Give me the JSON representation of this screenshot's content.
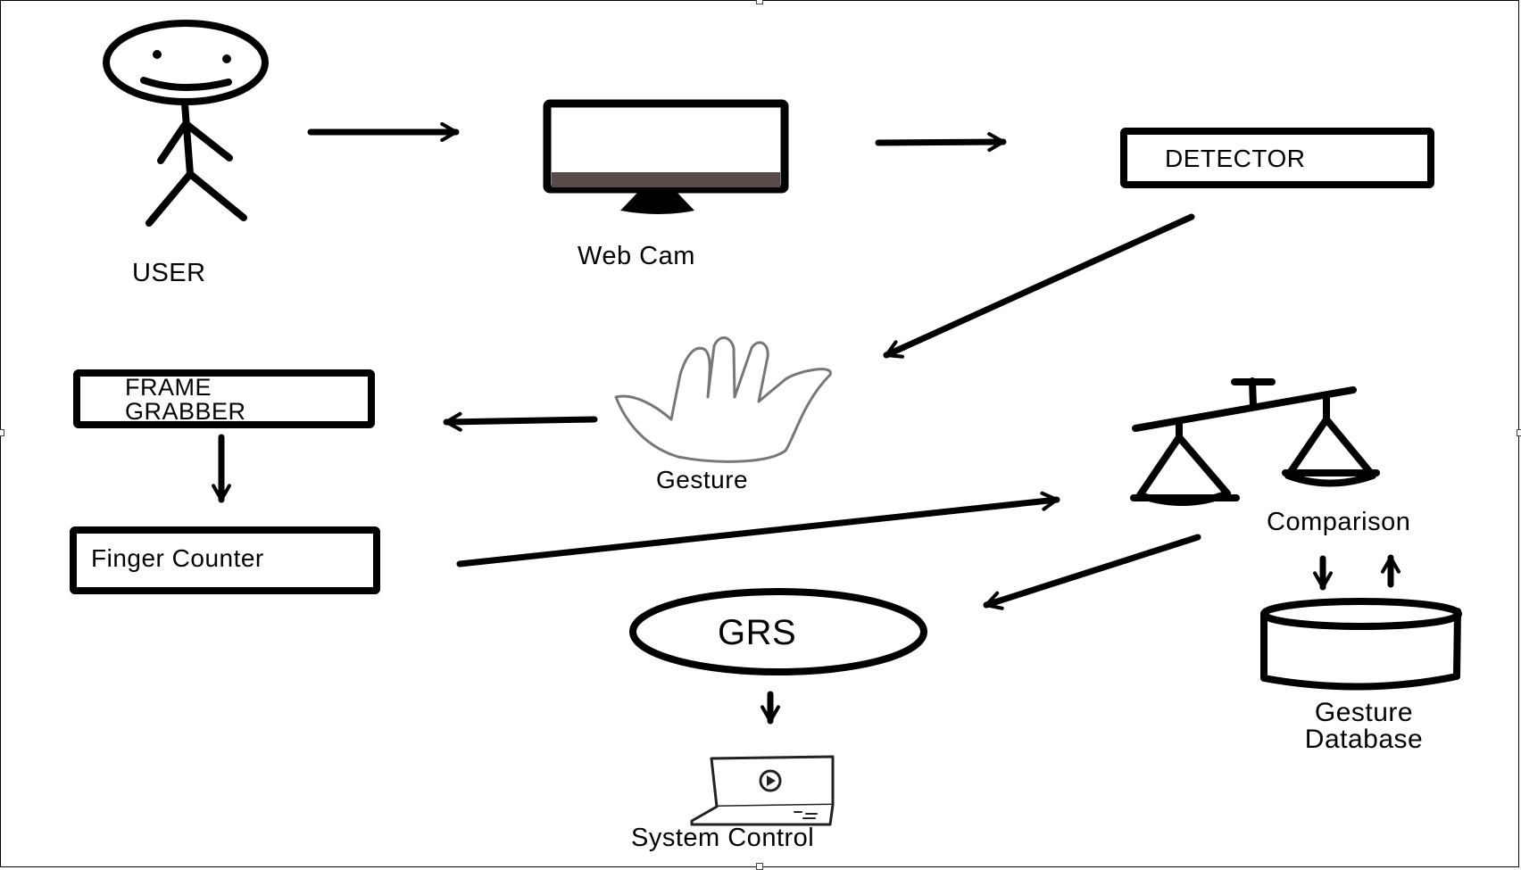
{
  "nodes": {
    "user": {
      "label": "USER"
    },
    "webcam": {
      "label": "Web Cam"
    },
    "detector": {
      "label": "DETECTOR"
    },
    "gesture": {
      "label": "Gesture"
    },
    "frame_grabber": {
      "label_line1": "FRAME",
      "label_line2": "GRABBER"
    },
    "finger_counter": {
      "label": "Finger Counter"
    },
    "comparison": {
      "label": "Comparison"
    },
    "grs": {
      "label": "GRS"
    },
    "gesture_database": {
      "label_line1": "Gesture",
      "label_line2": "Database"
    },
    "system_control": {
      "label": "System Control"
    }
  },
  "edges": [
    {
      "from": "USER",
      "to": "Web Cam"
    },
    {
      "from": "Web Cam",
      "to": "DETECTOR"
    },
    {
      "from": "DETECTOR",
      "to": "Gesture"
    },
    {
      "from": "Gesture",
      "to": "FRAME GRABBER"
    },
    {
      "from": "FRAME GRABBER",
      "to": "Finger Counter"
    },
    {
      "from": "Finger Counter",
      "to": "Comparison"
    },
    {
      "from": "Comparison",
      "to": "GRS"
    },
    {
      "from": "Comparison",
      "to": "Gesture Database"
    },
    {
      "from": "Gesture Database",
      "to": "Comparison"
    },
    {
      "from": "GRS",
      "to": "System Control"
    }
  ]
}
